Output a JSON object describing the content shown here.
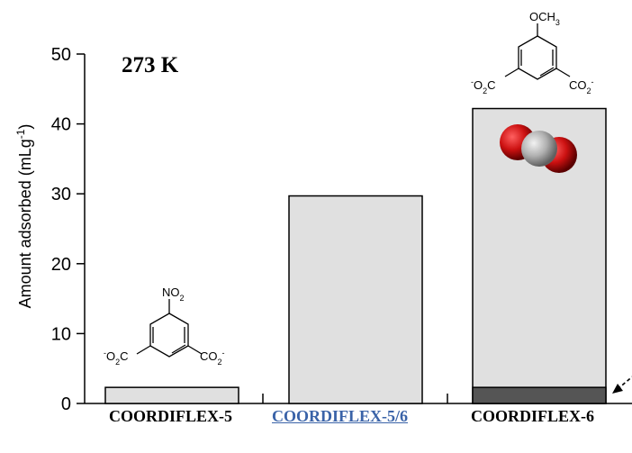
{
  "chart_data": {
    "type": "bar",
    "categories": [
      "COORDIFLEX-5",
      "COORDIFLEX-5/6",
      "COORDIFLEX-6"
    ],
    "values": [
      2.3,
      29.7,
      42.2
    ],
    "stacked_bottom": {
      "category": "COORDIFLEX-6",
      "value": 2.3,
      "color": "#555555"
    },
    "annotation": "273 K",
    "xlabel": "",
    "ylabel": "Amount adsorbed (mLg-1)",
    "ylim": [
      0,
      50
    ],
    "yticks": [
      0,
      10,
      20,
      30,
      40,
      50
    ],
    "grid": false,
    "bar_color": "#e0e0e0"
  },
  "categories_style": {
    "COORDIFLEX-5/6": "link"
  },
  "structures": {
    "left": {
      "top": "NO2",
      "left": "-O2C",
      "right": "CO2-"
    },
    "right": {
      "top": "OCH3",
      "left": "-O2C",
      "right": "CO2-"
    }
  },
  "colors": {
    "link": "#3a63a8",
    "oxygen": "#cc1111",
    "carbon": "#aaaaaa"
  }
}
